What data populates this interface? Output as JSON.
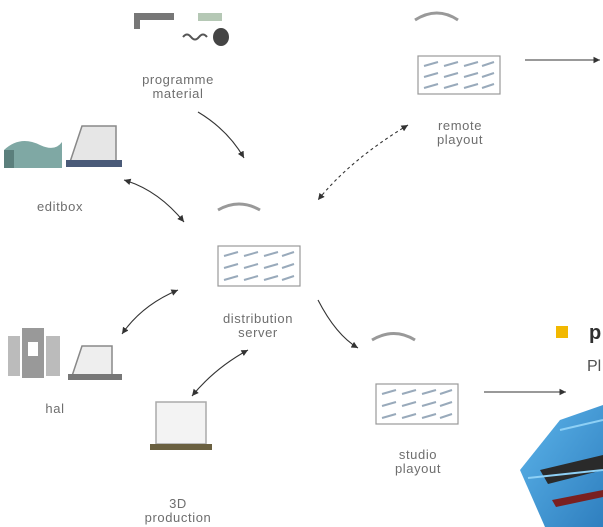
{
  "nodes": {
    "programme_material": "programme\nmaterial",
    "editbox": "editbox",
    "remote_playout": "remote\nplayout",
    "distribution_server": "distribution\nserver",
    "hal": "hal",
    "studio_playout": "studio\nplayout",
    "production_3d": "3D\nproduction"
  },
  "legend": {
    "title": "p",
    "subtitle": "Pl"
  },
  "colors": {
    "label": "#6e6e6e",
    "arrow": "#333333",
    "legend_bullet": "#f2b800",
    "equipment_blue": "#3d9ad6"
  }
}
